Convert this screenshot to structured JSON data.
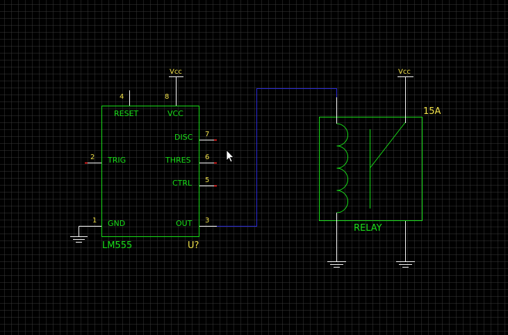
{
  "chip": {
    "part_name": "LM555",
    "ref": "U?",
    "pins": {
      "reset": {
        "num": "4",
        "label": "RESET"
      },
      "vcc": {
        "num": "8",
        "label": "VCC"
      },
      "disc": {
        "num": "7",
        "label": "DISC"
      },
      "trig": {
        "num": "2",
        "label": "TRIG"
      },
      "thres": {
        "num": "6",
        "label": "THRES"
      },
      "ctrl": {
        "num": "5",
        "label": "CTRL"
      },
      "gnd": {
        "num": "1",
        "label": "GND"
      },
      "out": {
        "num": "3",
        "label": "OUT"
      }
    },
    "vcc_label": "Vcc"
  },
  "relay": {
    "name": "RELAY",
    "rating": "15A",
    "vcc_label": "Vcc"
  },
  "colors": {
    "background": "#000000",
    "grid": "#3a3a3a",
    "part": "#19e019",
    "wire": "#ffffff",
    "net": "#2a2ad8",
    "pin_number": "#f2e24a",
    "pin_end": "#ff2020"
  },
  "icons": {
    "cursor": "mouse-pointer-icon",
    "ground": "ground-symbol-icon"
  }
}
